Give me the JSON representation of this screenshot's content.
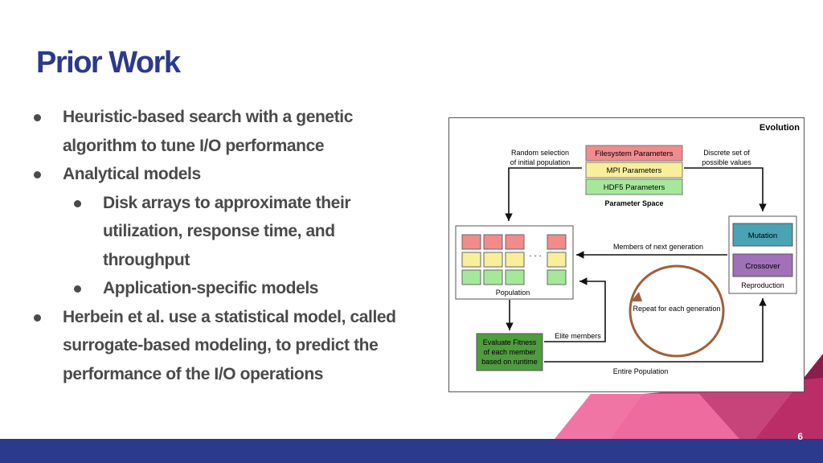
{
  "slide": {
    "title": "Prior Work",
    "page_number": "6"
  },
  "bullets": {
    "b1": [
      "Heuristic-based search with a genetic",
      "algorithm to tune I/O performance"
    ],
    "b2": "Analytical models",
    "b2_sub1": [
      "Disk arrays to approximate their",
      "utilization, response time, and",
      "throughput"
    ],
    "b2_sub2": "Application-specific models",
    "b3": [
      "Herbein et al. use a statistical model, called",
      "surrogate-based modeling, to predict the",
      "performance of the I/O operations"
    ]
  },
  "diagram": {
    "evolution": "Evolution",
    "random_selection": [
      "Random selection",
      "of initial population"
    ],
    "filesystem_params": "Filesystem Parameters",
    "mpi_params": "MPI Parameters",
    "hdf5_params": "HDF5 Parameters",
    "parameter_space": "Parameter Space",
    "discrete_set": [
      "Discrete set of",
      "possible values"
    ],
    "members_next_gen": "Members of next generation",
    "mutation": "Mutation",
    "crossover": "Crossover",
    "reproduction": "Reproduction",
    "population": "Population",
    "ellipsis": ". . .",
    "repeat": "Repeat for each generation",
    "elite_members": "Elite members",
    "evaluate": [
      "Evaluate Fitness",
      "of each member",
      "based on runtime"
    ],
    "entire_population": "Entire Population"
  },
  "colors": {
    "title": "#2b3a8c",
    "text": "#4a4a4a",
    "footer": "#2b3a8c",
    "filesystem": "#f28b8b",
    "mpi": "#f7ef9a",
    "hdf5": "#a6e89a",
    "mutation": "#4aa3b4",
    "crossover": "#a070b8",
    "evaluate": "#4f9c3e",
    "loop": "#a0603a",
    "deco_pink": "#e9548a",
    "deco_magenta": "#c0306a",
    "deco_dark": "#8a1d4a"
  }
}
